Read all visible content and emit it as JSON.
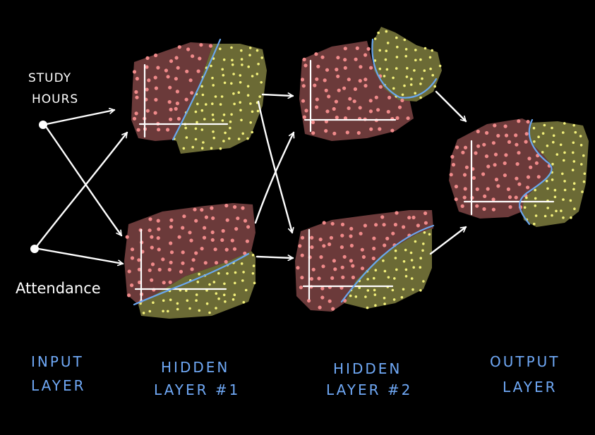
{
  "inputs": {
    "study_hours_line1": "STUDY",
    "study_hours_line2": "HOURS",
    "attendance": "Attendance"
  },
  "layers": {
    "input": {
      "line1": "INPUT",
      "line2": "LAYER"
    },
    "hidden1": {
      "line1": "HIDDEN",
      "line2": "LAYER #1"
    },
    "hidden2": {
      "line1": "HIDDEN",
      "line2": "LAYER #2"
    },
    "output": {
      "line1": "OUTPUT",
      "line2": "LAYER"
    }
  },
  "colors": {
    "background": "#000000",
    "class_a_region": "#6b3a3a",
    "class_b_region": "#6b6a35",
    "class_a_dots": "#f08a8a",
    "class_b_dots": "#f2f07a",
    "boundary": "#6aa6ee",
    "layer_labels": "#6fa8f5",
    "arrows": "#ffffff"
  }
}
